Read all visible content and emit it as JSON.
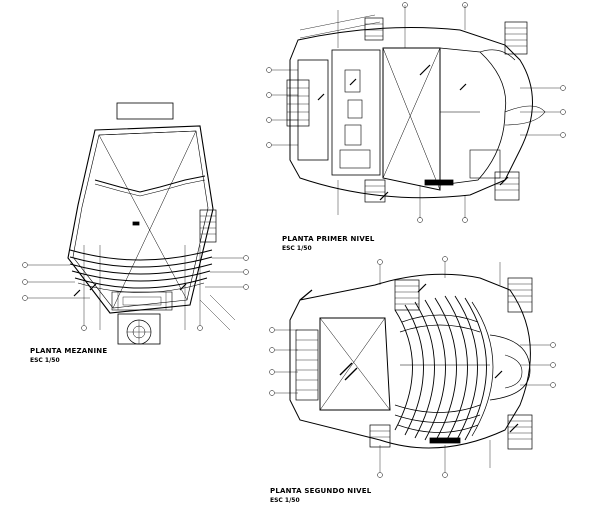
{
  "plans": [
    {
      "id": "mezzanine",
      "title": "PLANTA MEZANINE",
      "scale": "ESC 1/50"
    },
    {
      "id": "first",
      "title": "PLANTA PRIMER NIVEL",
      "scale": "ESC 1/50"
    },
    {
      "id": "second",
      "title": "PLANTA SEGUNDO NIVEL",
      "scale": "ESC 1/50"
    }
  ],
  "colors": {
    "ink": "#000000",
    "paper": "#ffffff"
  }
}
